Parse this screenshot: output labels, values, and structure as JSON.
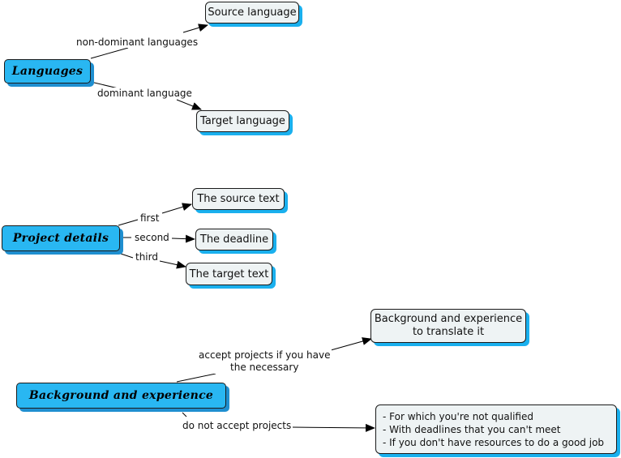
{
  "nodes": {
    "languages": "Languages",
    "source_language": "Source language",
    "target_language": "Target language",
    "project_details": "Project details",
    "source_text": "The source text",
    "deadline": "The deadline",
    "target_text": "The target text",
    "background": "Background and experience",
    "bg_translate": [
      "Background and experience",
      "to translate it"
    ],
    "not_accept_list": [
      "- For which you're not qualified",
      "- With deadlines that you can't meet",
      "- If you don't have resources to do a good job"
    ]
  },
  "links": {
    "non_dominant": "non-dominant languages",
    "dominant": "dominant language",
    "first": "first",
    "second": "second",
    "third": "third",
    "accept": [
      "accept projects if you have",
      "the necessary"
    ],
    "not_accept": "do not accept projects"
  },
  "colors": {
    "main_fill": "#29b7f2",
    "leaf_fill": "#eef3f4",
    "shadow": "#1ab0ee",
    "line": "#000000"
  }
}
